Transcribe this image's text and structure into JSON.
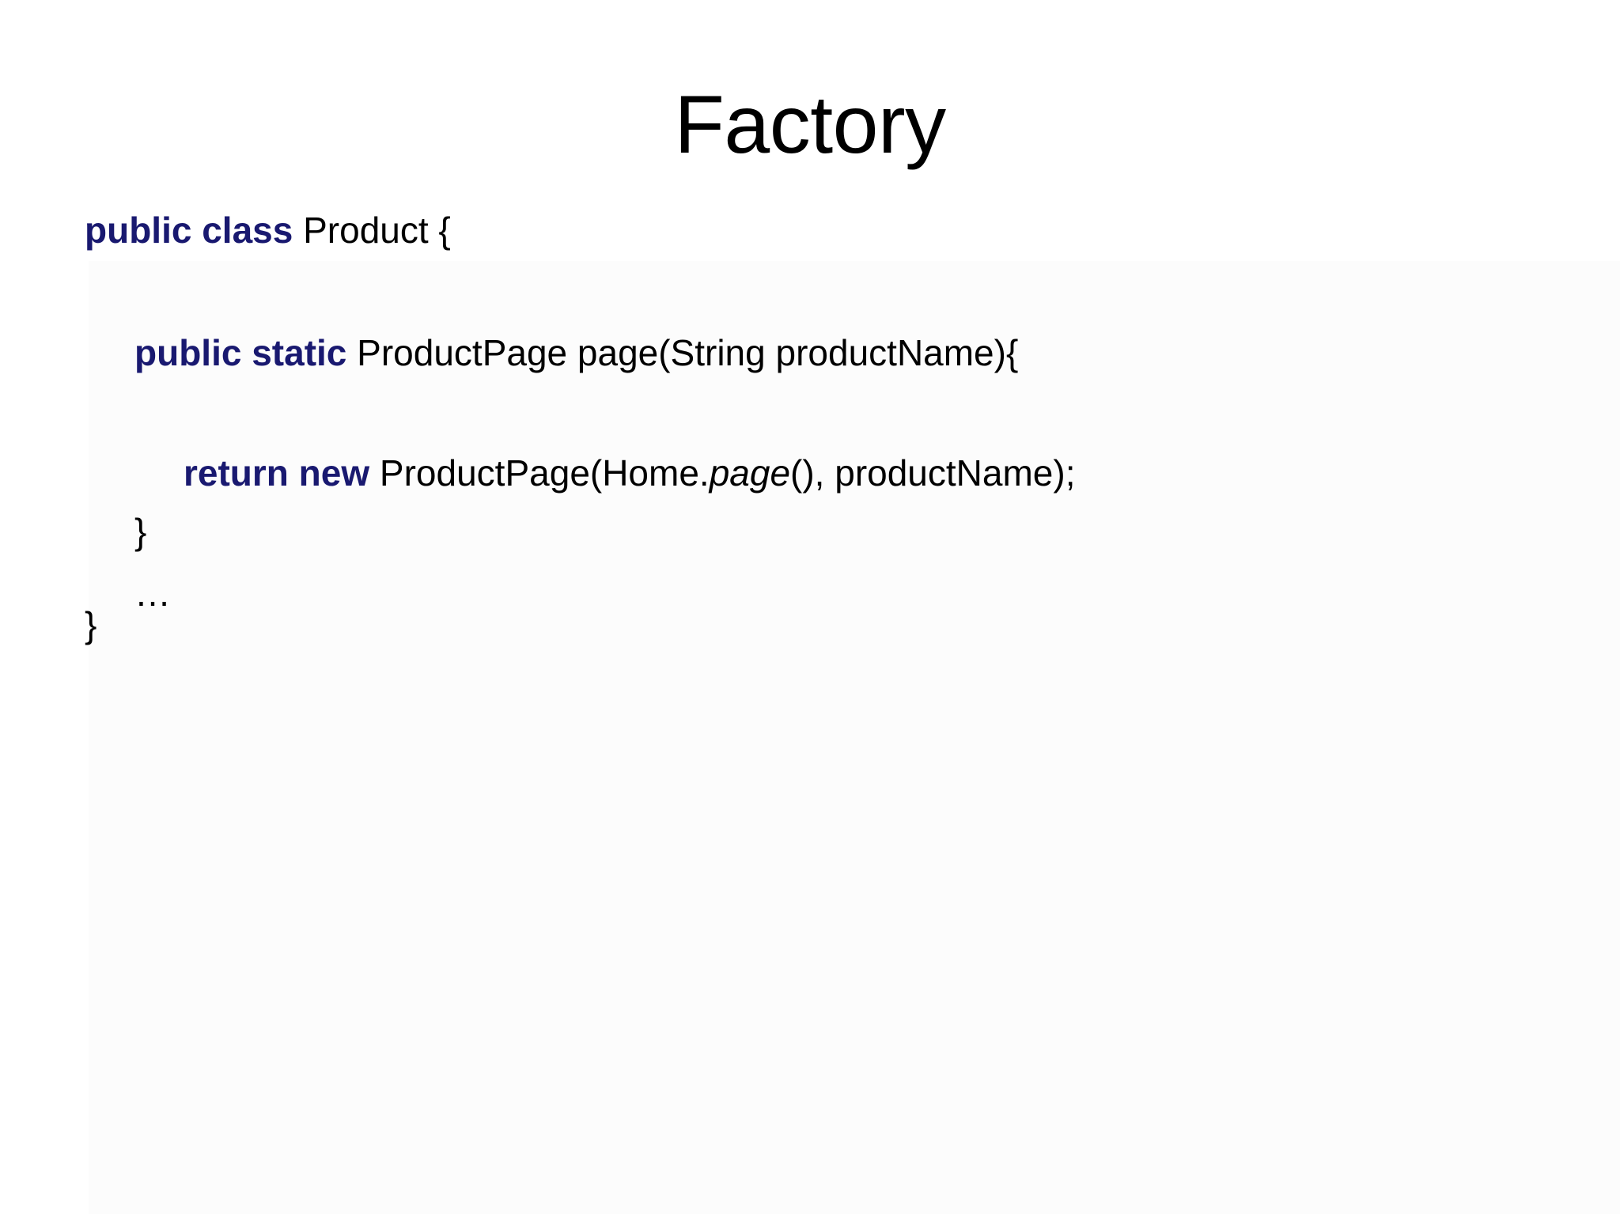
{
  "slide": {
    "title": "Factory",
    "background_color": "#ffffff",
    "keyword_color": "#191970",
    "text_color": "#000000",
    "code": {
      "lines": [
        {
          "indent": "none",
          "full_text": "public class Product {",
          "keyword": "public class",
          "rest": " Product {"
        },
        {
          "indent": "one",
          "full_text": "public static ProductPage page(String productName){",
          "keyword": "public static",
          "rest": " ProductPage page(String productName){"
        },
        {
          "indent": "two",
          "full_text": "return new ProductPage(Home.page(), productName);",
          "keyword": "return new",
          "rest_before_italic": " ProductPage(Home.",
          "italic": "page",
          "rest_after_italic": "(), productName);"
        },
        {
          "indent": "one",
          "full_text": "}"
        },
        {
          "indent": "one",
          "full_text": "…"
        },
        {
          "indent": "none",
          "full_text": "}"
        }
      ]
    }
  }
}
